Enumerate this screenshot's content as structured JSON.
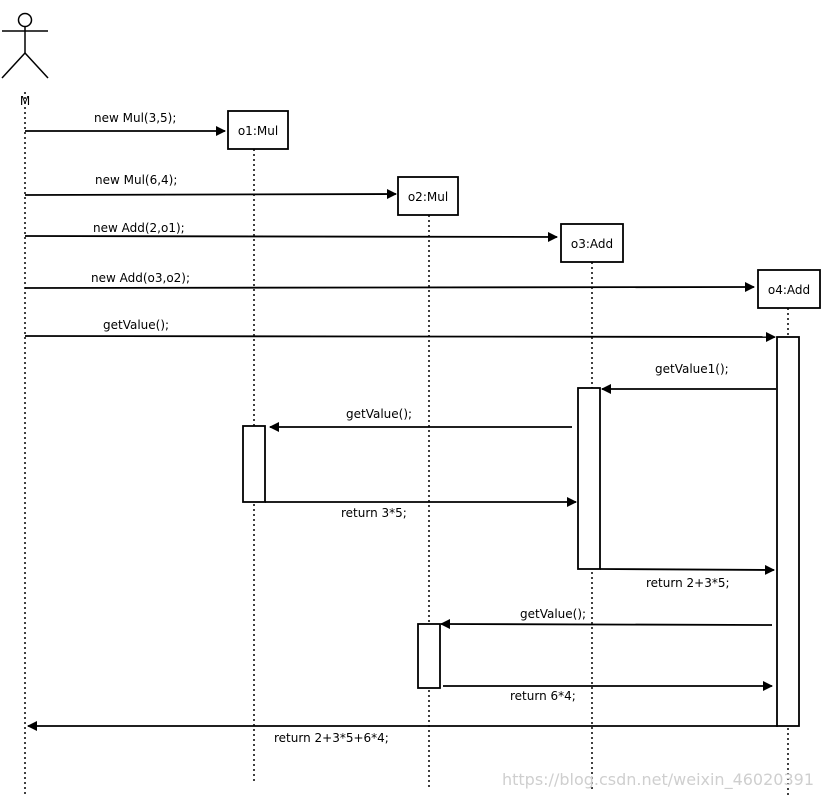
{
  "actor": {
    "label": "M"
  },
  "objects": [
    {
      "id": "o1",
      "label": "o1:Mul"
    },
    {
      "id": "o2",
      "label": "o2:Mul"
    },
    {
      "id": "o3",
      "label": "o3:Add"
    },
    {
      "id": "o4",
      "label": "o4:Add"
    }
  ],
  "messages": [
    {
      "from": "M",
      "to": "o1",
      "label": "new Mul(3,5);"
    },
    {
      "from": "M",
      "to": "o2",
      "label": "new Mul(6,4);"
    },
    {
      "from": "M",
      "to": "o3",
      "label": "new Add(2,o1);"
    },
    {
      "from": "M",
      "to": "o4",
      "label": "new Add(o3,o2);"
    },
    {
      "from": "M",
      "to": "o4",
      "label": "getValue();"
    },
    {
      "from": "o4",
      "to": "o3",
      "label": "getValue1();"
    },
    {
      "from": "o3",
      "to": "o1",
      "label": "getValue();"
    },
    {
      "from": "o1",
      "to": "o3",
      "label": "return 3*5;"
    },
    {
      "from": "o3",
      "to": "o4",
      "label": "return 2+3*5;"
    },
    {
      "from": "o4",
      "to": "o2",
      "label": "getValue();"
    },
    {
      "from": "o2",
      "to": "o4",
      "label": "return 6*4;"
    },
    {
      "from": "o4",
      "to": "M",
      "label": "return 2+3*5+6*4;"
    }
  ],
  "watermark": "https://blog.csdn.net/weixin_46020391"
}
